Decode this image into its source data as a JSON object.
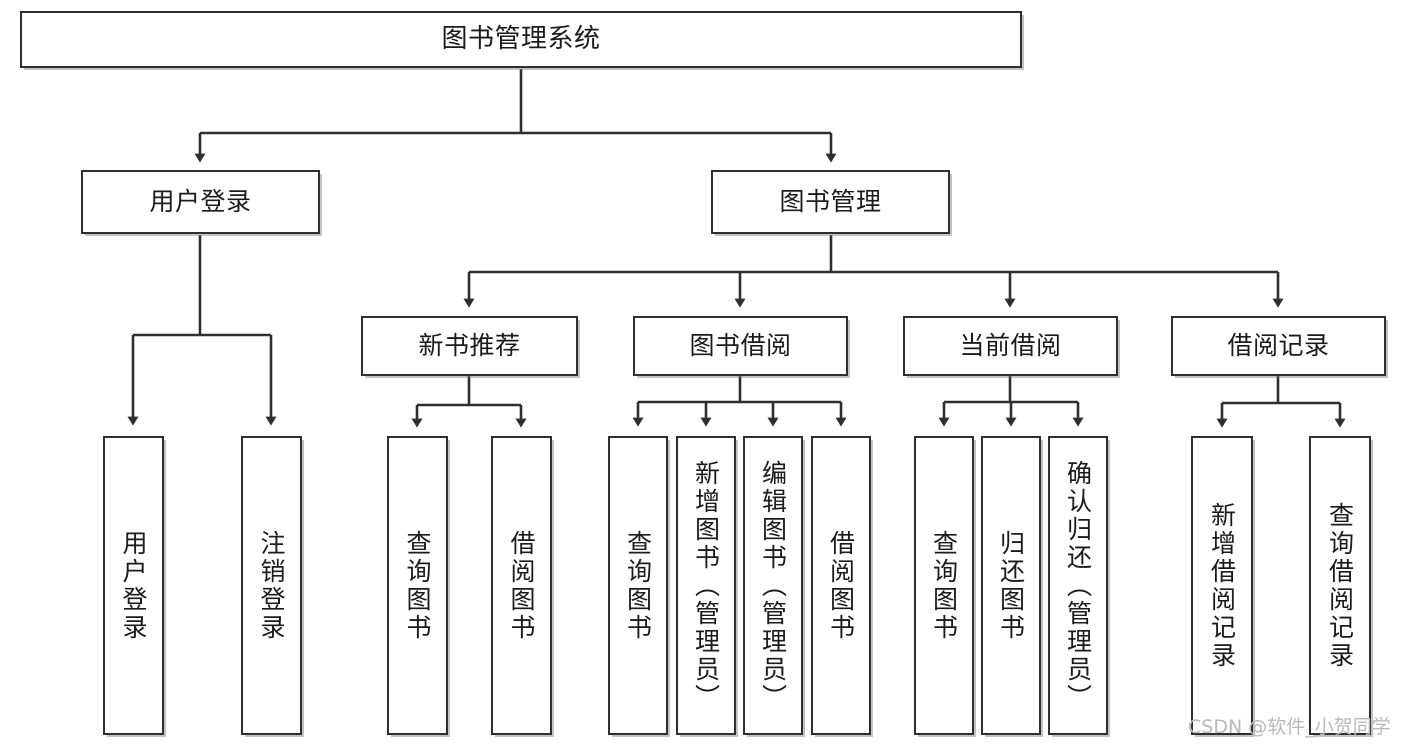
{
  "diagram": {
    "title": "图书管理系统",
    "type": "tree",
    "orientation": "top-down",
    "colors": {
      "box_border": "#2f2f2f",
      "box_fill": "#ffffff",
      "edge": "#2f2f2f",
      "watermark": "#b9b9b9",
      "background": "#ffffff"
    },
    "root": {
      "id": "root",
      "label": "图书管理系统"
    },
    "level2": [
      {
        "id": "user-login",
        "label": "用户登录"
      },
      {
        "id": "book-manage",
        "label": "图书管理"
      }
    ],
    "level3": [
      {
        "id": "new-book-recommend",
        "label": "新书推荐",
        "parent": "book-manage"
      },
      {
        "id": "book-borrow",
        "label": "图书借阅",
        "parent": "book-manage"
      },
      {
        "id": "current-borrow",
        "label": "当前借阅",
        "parent": "book-manage"
      },
      {
        "id": "borrow-record",
        "label": "借阅记录",
        "parent": "book-manage"
      }
    ],
    "leaves": [
      {
        "id": "leaf-user-login",
        "label": "用户登录",
        "parent": "user-login"
      },
      {
        "id": "leaf-logout",
        "label": "注销登录",
        "parent": "user-login"
      },
      {
        "id": "leaf-query-book-1",
        "label": "查询图书",
        "parent": "new-book-recommend"
      },
      {
        "id": "leaf-borrow-book-1",
        "label": "借阅图书",
        "parent": "new-book-recommend"
      },
      {
        "id": "leaf-query-book-2",
        "label": "查询图书",
        "parent": "book-borrow"
      },
      {
        "id": "leaf-add-book",
        "label": "新增图书（管理员）",
        "parent": "book-borrow"
      },
      {
        "id": "leaf-edit-book",
        "label": "编辑图书（管理员）",
        "parent": "book-borrow"
      },
      {
        "id": "leaf-borrow-book-2",
        "label": "借阅图书",
        "parent": "book-borrow"
      },
      {
        "id": "leaf-query-book-3",
        "label": "查询图书",
        "parent": "current-borrow"
      },
      {
        "id": "leaf-return-book",
        "label": "归还图书",
        "parent": "current-borrow"
      },
      {
        "id": "leaf-confirm-return",
        "label": "确认归还（管理员）",
        "parent": "current-borrow"
      },
      {
        "id": "leaf-add-record",
        "label": "新增借阅记录",
        "parent": "borrow-record"
      },
      {
        "id": "leaf-query-record",
        "label": "查询借阅记录",
        "parent": "borrow-record"
      }
    ],
    "watermark": "CSDN @软件_小贺同学"
  }
}
